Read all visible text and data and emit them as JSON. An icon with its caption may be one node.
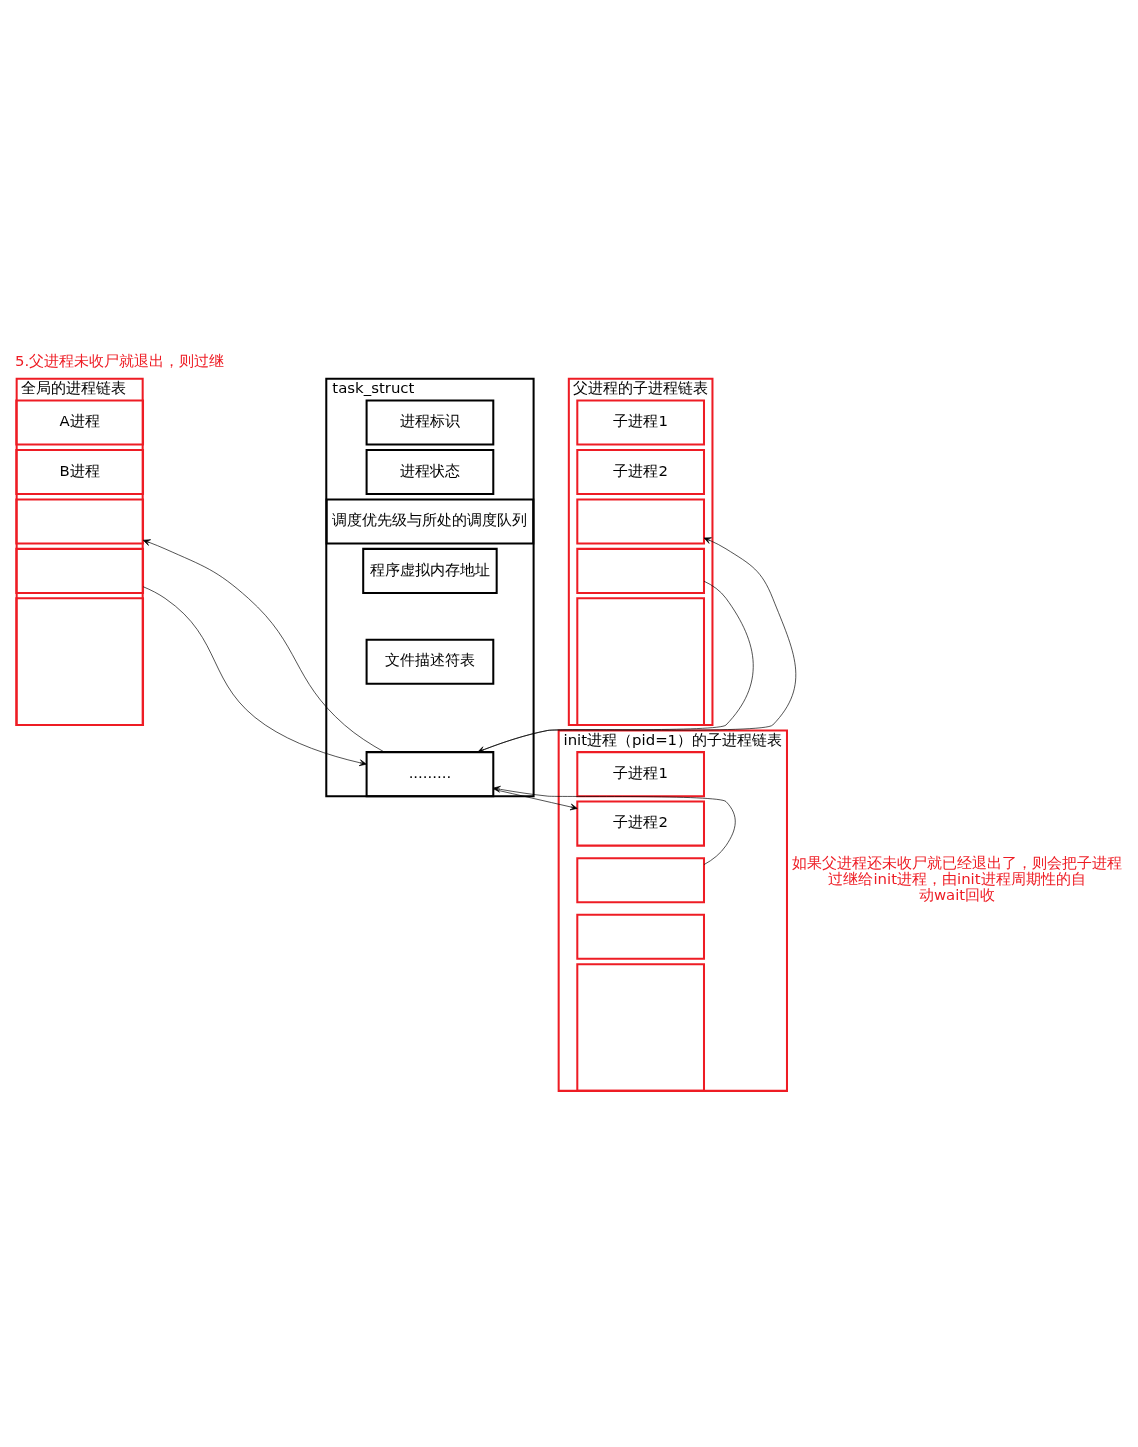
{
  "diagram": {
    "title": "5.父进程未收尸就退出，则过继",
    "nodes": [
      {
        "text": [
          "全局的进程链表"
        ]
      },
      {
        "text": [
          "A进程"
        ],
        "in": 0
      },
      {
        "text": [
          "B进程"
        ],
        "in": 0
      },
      {
        "text": [],
        "shape": "box",
        "in": 0
      },
      {
        "text": [],
        "shape": "box",
        "in": 0
      },
      {
        "text": [],
        "shape": "box",
        "in": 0
      },
      {
        "text": [
          "task_struct"
        ]
      },
      {
        "text": [
          "进程标识"
        ],
        "in": 6
      },
      {
        "text": [
          "进程状态"
        ],
        "in": 6
      },
      {
        "text": [
          "调度优先级与所处的调度队列"
        ],
        "in": 6
      },
      {
        "text": [
          "程序虚拟内存地址"
        ],
        "in": 6
      },
      {
        "text": [
          "文件描述符表"
        ],
        "in": 6
      },
      {
        "text": [
          "........."
        ],
        "in": 6
      },
      {
        "text": [
          "父进程的子进程链表"
        ]
      },
      {
        "text": [
          "子进程1"
        ],
        "in": 13
      },
      {
        "text": [
          "子进程2"
        ],
        "in": 13
      },
      {
        "text": [],
        "shape": "box",
        "in": 13
      },
      {
        "text": [],
        "shape": "box",
        "in": 13
      },
      {
        "text": [],
        "shape": "box",
        "in": 13
      },
      {
        "text": [
          "init进程（pid=1）的子进程链表"
        ]
      },
      {
        "text": [
          "子进程1"
        ],
        "in": 19
      },
      {
        "text": [
          "子进程2"
        ],
        "in": 19
      },
      {
        "text": [],
        "shape": "box",
        "in": 19
      },
      {
        "text": [],
        "shape": "box",
        "in": 19
      },
      {
        "text": [],
        "shape": "box",
        "in": 19
      }
    ],
    "edges": [
      {
        "from": 12,
        "to": 3,
        "arrow": "to"
      },
      {
        "from": 4,
        "to": 12,
        "arrow": "to"
      },
      {
        "from": 12,
        "to": 16,
        "arrow": "to"
      },
      {
        "from": 17,
        "to": 12,
        "arrow": "to"
      },
      {
        "from": 12,
        "to": 21,
        "arrow": "to"
      },
      {
        "from": 22,
        "to": 12,
        "arrow": "to"
      }
    ],
    "labels": [
      "如果父进程还未收尸就已经退出了，则会把子进程过继给init进程，由init进程周期性的自动wait回收"
    ]
  }
}
